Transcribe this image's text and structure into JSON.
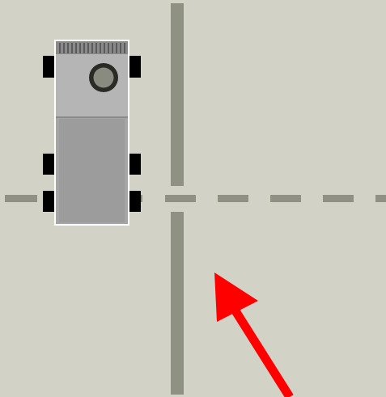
{
  "scene": {
    "background_color": "#d2d2c6",
    "road_marking_color": "#8f9282"
  },
  "truck": {
    "heading": "up",
    "body_color": "#a5a5a5",
    "cab_color": "#b5b5b5",
    "wheel_color": "#000000",
    "outline_color": "#ffffff",
    "grille_color": "#8a8a8a",
    "beacon_icon": "circle"
  },
  "direction_arrow": {
    "icon": "arrow-up-left",
    "color": "#ff0000"
  }
}
